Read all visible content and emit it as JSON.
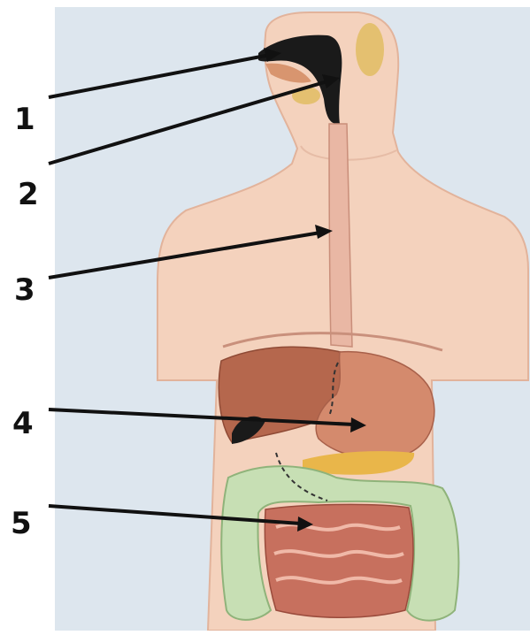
{
  "labels": [
    "1",
    "2",
    "3",
    "4",
    "5"
  ],
  "colors": {
    "backdrop": "#dde6ee",
    "skin": "#f4d2bd",
    "skin_edge": "#e2b39b",
    "liver": "#b5674d",
    "stomach": "#d48a6d",
    "pancreas": "#e9b64a",
    "large_intestine": "#c7dfb4",
    "small_intestine": "#c7705e",
    "esophagus": "#e9b7a4",
    "cavity": "#1a1a1a",
    "gland": "#e4c070",
    "arrow": "#111111"
  },
  "icons": [
    "digestive-system-illustration",
    "arrow-line"
  ]
}
